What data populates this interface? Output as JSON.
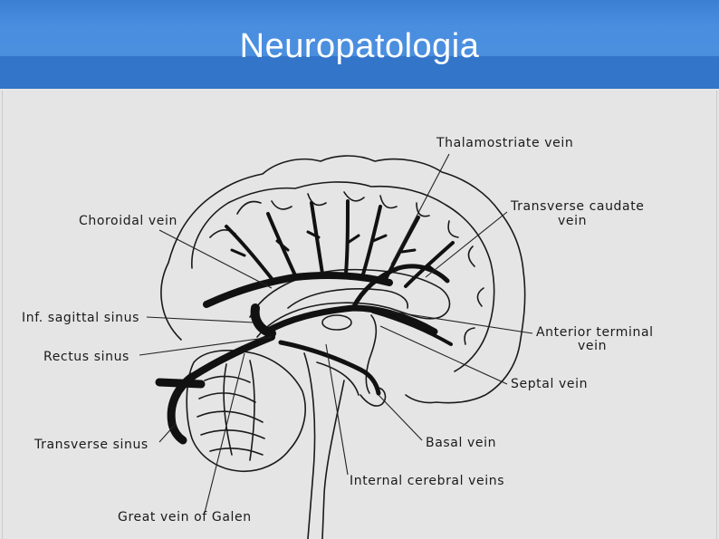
{
  "slide": {
    "title": "Neuropatologia"
  },
  "diagram": {
    "labels": {
      "thalamostriate": "Thalamostriate vein",
      "choroidal": "Choroidal vein",
      "transverse_caudate_1": "Transverse caudate",
      "transverse_caudate_2": "vein",
      "inf_sagittal": "Inf. sagittal sinus",
      "anterior_terminal_1": "Anterior terminal",
      "anterior_terminal_2": "vein",
      "rectus": "Rectus sinus",
      "septal": "Septal vein",
      "transverse_sinus": "Transverse sinus",
      "basal": "Basal vein",
      "internal_cerebral": "Internal cerebral veins",
      "galen": "Great vein of Galen"
    }
  }
}
